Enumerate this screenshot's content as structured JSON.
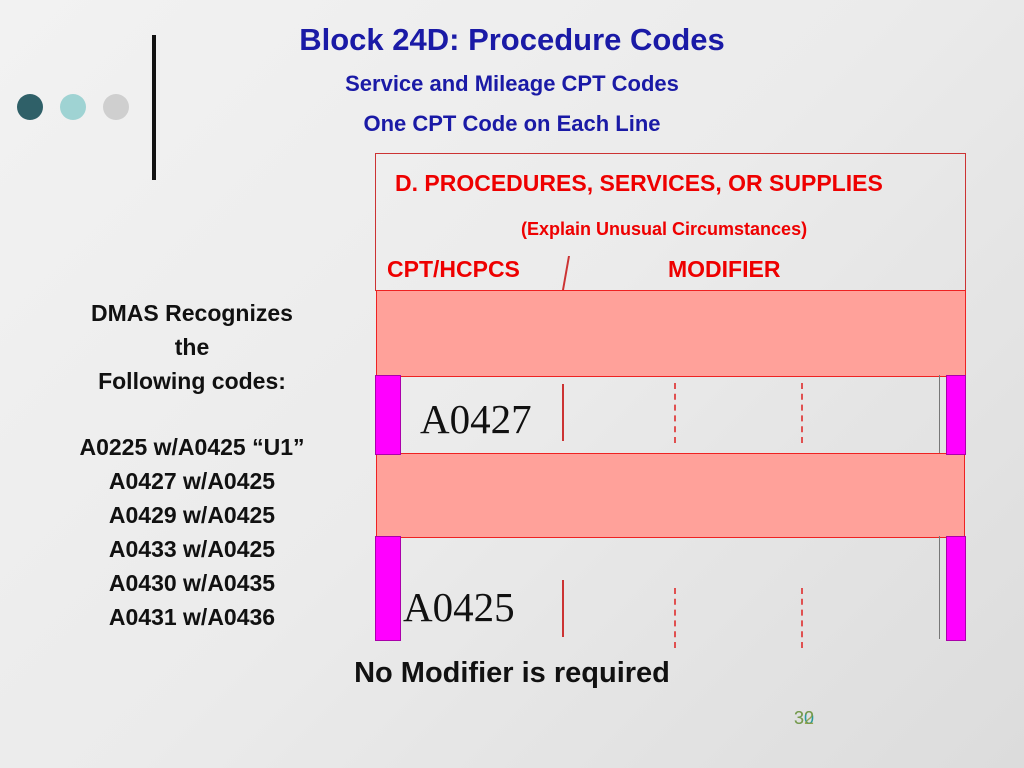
{
  "slide": {
    "title": "Block 24D: Procedure Codes",
    "subtitle1": "Service and Mileage CPT Codes",
    "subtitle2": "One CPT Code on Each Line",
    "page_number": "32",
    "page_number_overlay": "30",
    "footer": "No Modifier is required"
  },
  "form": {
    "heading": "D. PROCEDURES, SERVICES, OR SUPPLIES",
    "subheading": "(Explain Unusual Circumstances)",
    "cpt_label": "CPT/HCPCS",
    "modifier_label": "MODIFIER",
    "rows": [
      {
        "code": "A0427"
      },
      {
        "code": "A0425"
      }
    ]
  },
  "recognized": {
    "line1": "DMAS Recognizes",
    "line2": "the",
    "line3": "Following codes:",
    "codes": [
      "A0225 w/A0425 “U1”",
      "A0427 w/A0425",
      "A0429 w/A0425",
      "A0433 w/A0425",
      "A0430 w/A0435",
      "A0431 w/A0436"
    ]
  },
  "colors": {
    "title": "#1a1aa6",
    "form_red": "#ee0000",
    "band_fill": "#ffa19a",
    "magenta": "#ff00ff",
    "dot_dark": "#2f6068",
    "dot_light": "#9fd3d3",
    "dot_gray": "#cfcfcf"
  }
}
